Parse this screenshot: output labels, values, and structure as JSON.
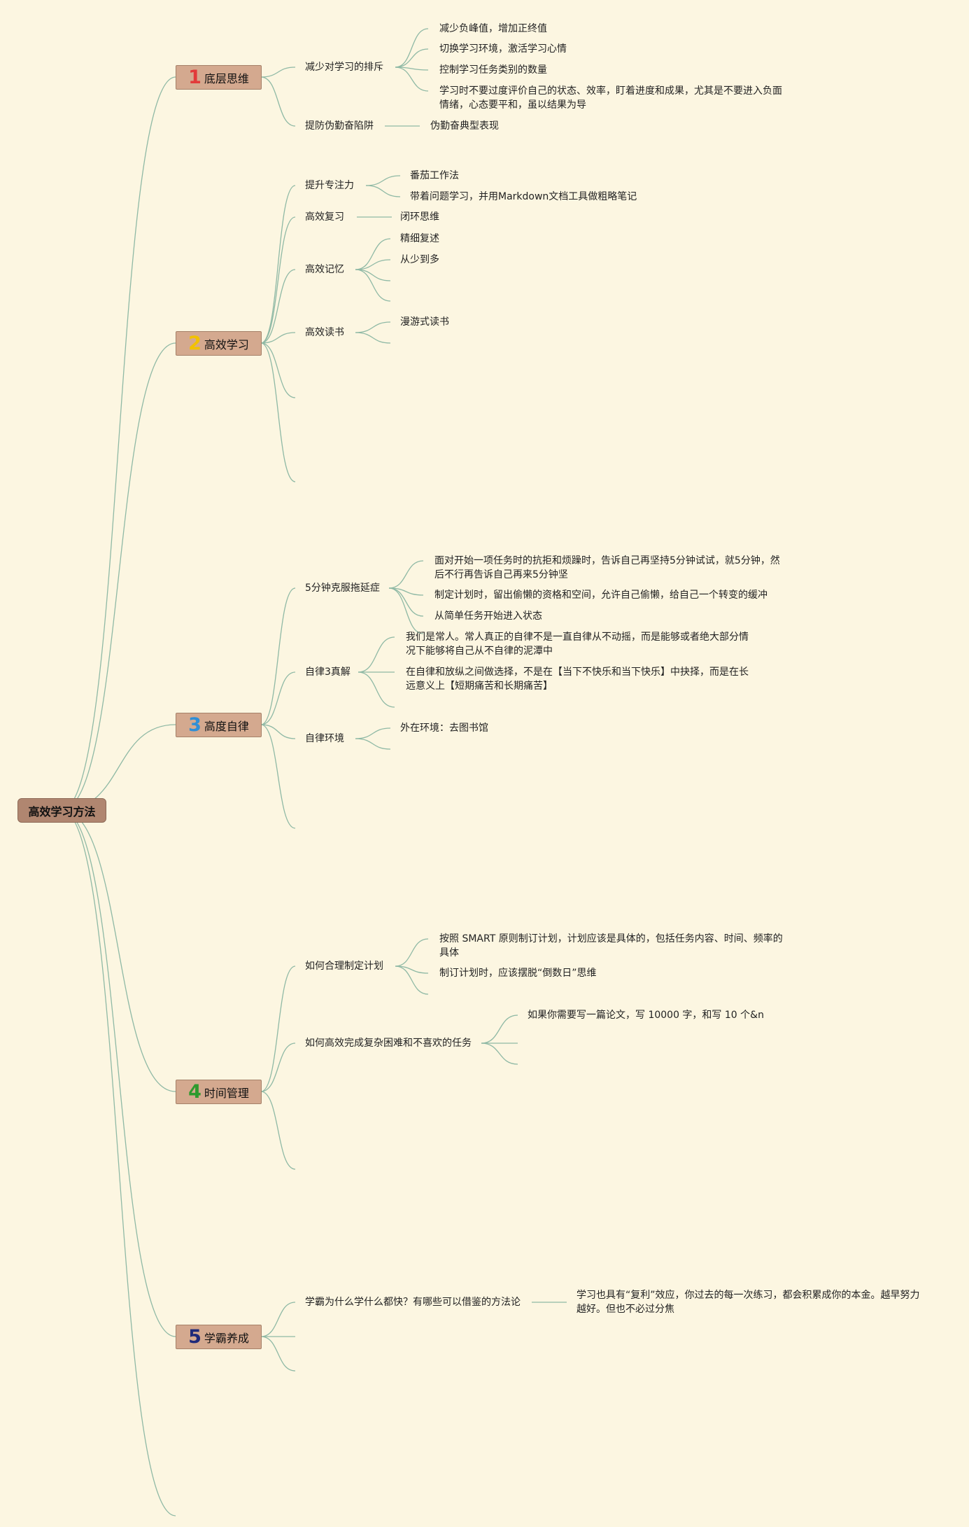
{
  "root": {
    "label": "高效学习方法"
  },
  "colors": {
    "line": "#8fb9a5",
    "background": "#fcf6e1",
    "root_fill": "#b08670",
    "branch_fill": "#d4a98f"
  },
  "branches": [
    {
      "num": "1",
      "num_color": "#e23a3a",
      "label": "底层思维",
      "children": [
        {
          "label": "减少对学习的排斥",
          "children": [
            "减少负峰值，增加正终值",
            "切换学习环境，激活学习心情",
            "控制学习任务类别的数量",
            "学习时不要过度评价自己的状态、效率，盯着进度和成果，尤其是不要进入负面情绪，心态要平和，虽以结果为导"
          ]
        },
        {
          "label": "提防伪勤奋陷阱",
          "children": [
            "伪勤奋典型表现"
          ]
        }
      ]
    },
    {
      "num": "2",
      "num_color": "#f2c200",
      "label": "高效学习",
      "children": [
        {
          "label": "提升专注力",
          "children": [
            "番茄工作法",
            "带着问题学习，并用Markdown文档工具做粗略笔记"
          ]
        },
        {
          "label": "高效复习",
          "children": [
            "闭环思维"
          ]
        },
        {
          "label": "高效记忆",
          "children": [
            "精细复述",
            "从少到多"
          ]
        },
        {
          "label": "高效读书",
          "children": [
            "漫游式读书"
          ]
        }
      ]
    },
    {
      "num": "3",
      "num_color": "#2f8fd6",
      "label": "高度自律",
      "children": [
        {
          "label": "5分钟克服拖延症",
          "children": [
            "面对开始一项任务时的抗拒和烦躁时，告诉自己再坚持5分钟试试，就5分钟，然后不行再告诉自己再来5分钟坚",
            "制定计划时，留出偷懒的资格和空间，允许自己偷懒，给自己一个转变的缓冲",
            "从简单任务开始进入状态"
          ]
        },
        {
          "label": "自律3真解",
          "children": [
            "我们是常人。常人真正的自律不是一直自律从不动摇，而是能够或者绝大部分情况下能够将自己从不自律的泥潭中",
            "在自律和放纵之间做选择，不是在【当下不快乐和当下快乐】中抉择，而是在长远意义上【短期痛苦和长期痛苦】"
          ]
        },
        {
          "label": "自律环境",
          "children": [
            "外在环境：去图书馆"
          ]
        }
      ]
    },
    {
      "num": "4",
      "num_color": "#2e9a2e",
      "label": "时间管理",
      "children": [
        {
          "label": "如何合理制定计划",
          "children": [
            "按照 SMART 原则制订计划，计划应该是具体的，包括任务内容、时间、频率的具体",
            "制订计划时，应该摆脱“倒数日”思维"
          ]
        },
        {
          "label": "如何高效完成复杂困难和不喜欢的任务",
          "children": [
            "如果你需要写一篇论文，写 10000 字，和写 10 个&n"
          ]
        }
      ]
    },
    {
      "num": "5",
      "num_color": "#1f2a7a",
      "label": "学霸养成",
      "children": [
        {
          "label": "学霸为什么学什么都快？有哪些可以借鉴的方法论",
          "children": [
            "学习也具有“复利”效应，你过去的每一次练习，都会积累成你的本金。越早努力越好。但也不必过分焦"
          ]
        }
      ]
    }
  ]
}
